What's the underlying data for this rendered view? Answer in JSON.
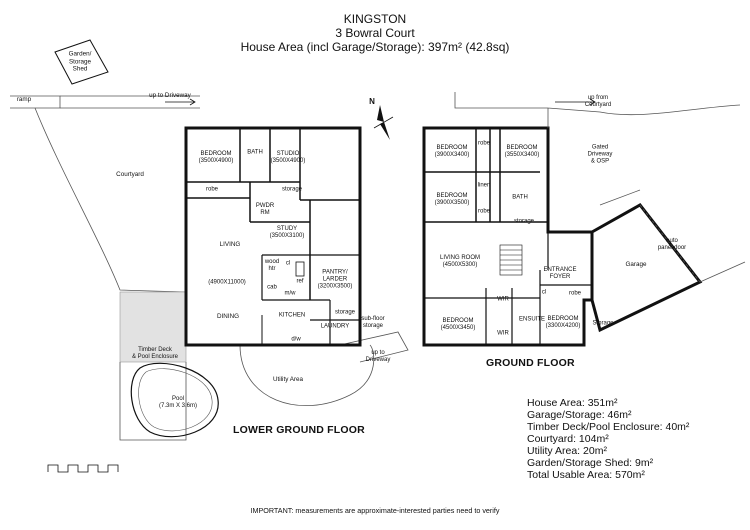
{
  "header": {
    "title": "KINGSTON",
    "address": "3 Bowral Court",
    "house_area": "House Area (incl Garage/Storage): 397m² (42.8sq)"
  },
  "compass_label": "N",
  "lower_ground": {
    "heading": "LOWER GROUND FLOOR",
    "labels": {
      "garden_shed": "Garden/\nStorage\nShed",
      "ramp": "ramp",
      "up_to_driveway": "up to Driveway",
      "courtyard": "Courtyard",
      "bedroom": "BEDROOM\n(3500X4900)",
      "bath": "BATH",
      "studio": "STUDIO\n(3500X4900)",
      "robe": "robe",
      "storage": "storage",
      "pwdr": "PWDR\nRM",
      "living": "LIVING",
      "study": "STUDY\n(3500X3100)",
      "wood_htr": "wood\nhtr",
      "size_11000": "(4900X11000)",
      "cl": "cl",
      "ref": "ref",
      "pantry": "PANTRY/\nLARDER\n(3200X3500)",
      "cab": "cab",
      "mw": "m/w",
      "dining": "DINING",
      "kitchen": "KITCHEN",
      "storage2": "storage",
      "laundry": "LAUNDRY",
      "sub_floor": "sub-floor\nstorage",
      "dw": "d/w",
      "up_to_driveway2": "up to\nDriveway",
      "timber_deck": "Timber Deck\n& Pool Enclosure",
      "utility": "Utility Area",
      "pool": "Pool\n(7.3m X 3.6m)"
    }
  },
  "ground": {
    "heading": "GROUND FLOOR",
    "labels": {
      "up_from_courtyard": "up from\nCourtyard",
      "gated": "Gated\nDriveway\n& OSP",
      "bed1": "BEDROOM\n(3900X3400)",
      "robe1": "robe",
      "bed2": "BEDROOM\n(3550X3400)",
      "lnn": "linen",
      "bed3": "BEDROOM\n(3900X3500)",
      "robe2": "robe",
      "bath": "BATH",
      "storage": "storage",
      "living": "LIVING ROOM\n(4500X5300)",
      "auto_door": "auto\npanel door",
      "garage": "Garage",
      "entrance": "ENTRANCE\nFOYER",
      "cl": "cl",
      "robe3": "robe",
      "wir1": "WIR",
      "bed4": "BEDROOM\n(4500X3450)",
      "wir2": "WIR",
      "ensuite": "ENSUITE",
      "bed5": "BEDROOM\n(3300X4200)",
      "storage2": "Storage"
    }
  },
  "areas": [
    "House Area: 351m²",
    "Garage/Storage: 46m²",
    "Timber Deck/Pool Enclosure: 40m²",
    "Courtyard: 104m²",
    "Utility Area: 20m²",
    "Garden/Storage Shed: 9m²",
    "Total Usable Area: 570m²"
  ],
  "footer_note": "IMPORTANT: measurements are approximate-interested parties need to verify",
  "colors": {
    "wall": "#111111",
    "deck": "#e2e2e2",
    "line": "#555555"
  }
}
